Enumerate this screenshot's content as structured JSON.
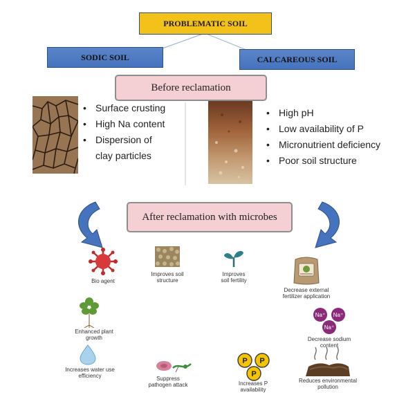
{
  "title": "PROBLEMATIC SOIL",
  "sodic_label": "SODIC SOIL",
  "calcareous_label": "CALCAREOUS SOIL",
  "before_label": "Before reclamation",
  "sodic_points": [
    "Surface crusting",
    "High Na content",
    "Dispersion of",
    "clay particles"
  ],
  "calcareous_points": [
    "High pH",
    "Low availability of P",
    "Micronutrient deficiency",
    "Poor soil  structure"
  ],
  "after_label": "After reclamation with microbes",
  "benefits": {
    "bio_agent": "Bio agent",
    "soil_structure": [
      "Improves soil",
      "structure"
    ],
    "soil_fertility": [
      "Improves",
      "soil fertility"
    ],
    "fertilizer": [
      "Decrease external",
      "fertilizer application"
    ],
    "plant_growth": [
      "Enhanced plant",
      "growth"
    ],
    "sodium": [
      "Decrease sodium",
      "content"
    ],
    "water": [
      "Increases water use",
      "efficiency"
    ],
    "pathogen": [
      "Suppress",
      "pathogen attack"
    ],
    "phosphorus": [
      "Increases P",
      "availability"
    ],
    "pollution": [
      "Reduces environmental",
      "pollution"
    ]
  },
  "icon_text": {
    "p": "P",
    "na_plus": "Na⁺"
  },
  "colors": {
    "title_fill": "#f2c21b",
    "blue_box": "#4d79c2",
    "pink_box": "#f4cfd3",
    "arrow_blue": "#3f6fb8",
    "sodium_purple": "#8b2a7b",
    "p_yellow": "#f5c400"
  }
}
